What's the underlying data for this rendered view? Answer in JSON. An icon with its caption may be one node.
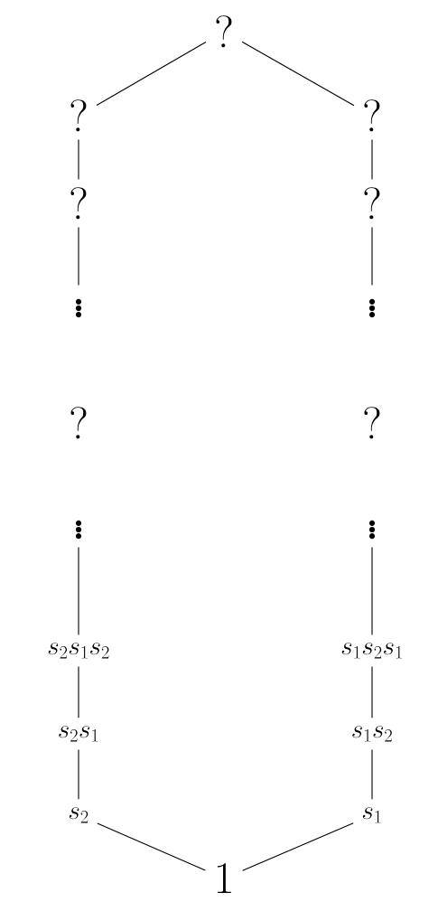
{
  "diagram": {
    "nodes": [
      {
        "text": [
          "?"
        ]
      },
      {
        "text": [
          "?"
        ]
      },
      {
        "text": [
          "?"
        ]
      },
      {
        "text": [
          "?"
        ]
      },
      {
        "text": [
          "?"
        ]
      },
      {
        "text": [
          "\\vdots"
        ]
      },
      {
        "text": [
          "\\vdots"
        ]
      },
      {
        "text": [
          "?"
        ]
      },
      {
        "text": [
          "?"
        ]
      },
      {
        "text": [
          "\\vdots"
        ]
      },
      {
        "text": [
          "\\vdots"
        ]
      },
      {
        "text": [
          "s_2s_1s_2"
        ]
      },
      {
        "text": [
          "s_1s_2s_1"
        ]
      },
      {
        "text": [
          "s_2s_1"
        ]
      },
      {
        "text": [
          "s_1s_2"
        ]
      },
      {
        "text": [
          "s_2"
        ]
      },
      {
        "text": [
          "s_1"
        ]
      },
      {
        "text": [
          "1"
        ]
      }
    ],
    "edges": [
      {
        "from": 0,
        "to": 1,
        "arrow": "none"
      },
      {
        "from": 0,
        "to": 2,
        "arrow": "none"
      },
      {
        "from": 1,
        "to": 3,
        "arrow": "none"
      },
      {
        "from": 2,
        "to": 4,
        "arrow": "none"
      },
      {
        "from": 3,
        "to": 5,
        "arrow": "none"
      },
      {
        "from": 4,
        "to": 6,
        "arrow": "none"
      },
      {
        "from": 9,
        "to": 11,
        "arrow": "none"
      },
      {
        "from": 10,
        "to": 12,
        "arrow": "none"
      },
      {
        "from": 11,
        "to": 13,
        "arrow": "none"
      },
      {
        "from": 12,
        "to": 14,
        "arrow": "none"
      },
      {
        "from": 13,
        "to": 15,
        "arrow": "none"
      },
      {
        "from": 14,
        "to": 16,
        "arrow": "none"
      },
      {
        "from": 15,
        "to": 17,
        "arrow": "none"
      },
      {
        "from": 16,
        "to": 17,
        "arrow": "none"
      }
    ]
  }
}
